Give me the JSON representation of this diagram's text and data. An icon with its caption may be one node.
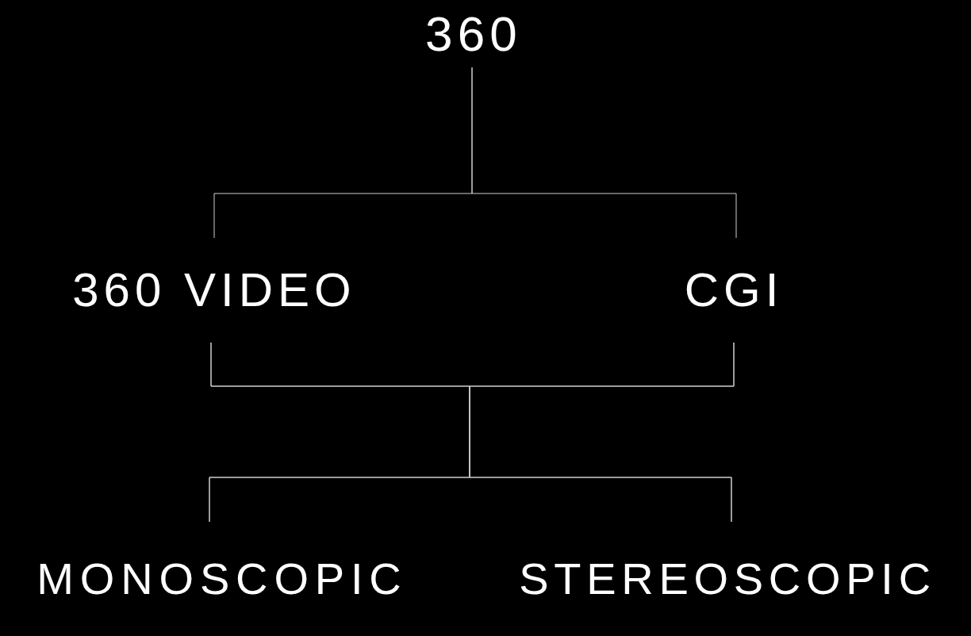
{
  "diagram": {
    "nodes": [
      {
        "text": [
          "360"
        ]
      },
      {
        "text": [
          "360 VIDEO"
        ]
      },
      {
        "text": [
          "CGI"
        ]
      },
      {
        "text": [
          "MONOSCOPIC"
        ]
      },
      {
        "text": [
          "STEREOSCOPIC"
        ]
      }
    ],
    "edges": [
      {
        "from": 0,
        "to": 1,
        "arrow": "none"
      },
      {
        "from": 0,
        "to": 2,
        "arrow": "none"
      },
      {
        "from": 1,
        "to": 3,
        "arrow": "none"
      },
      {
        "from": 1,
        "to": 4,
        "arrow": "none"
      },
      {
        "from": 2,
        "to": 3,
        "arrow": "none"
      },
      {
        "from": 2,
        "to": 4,
        "arrow": "none"
      }
    ]
  }
}
